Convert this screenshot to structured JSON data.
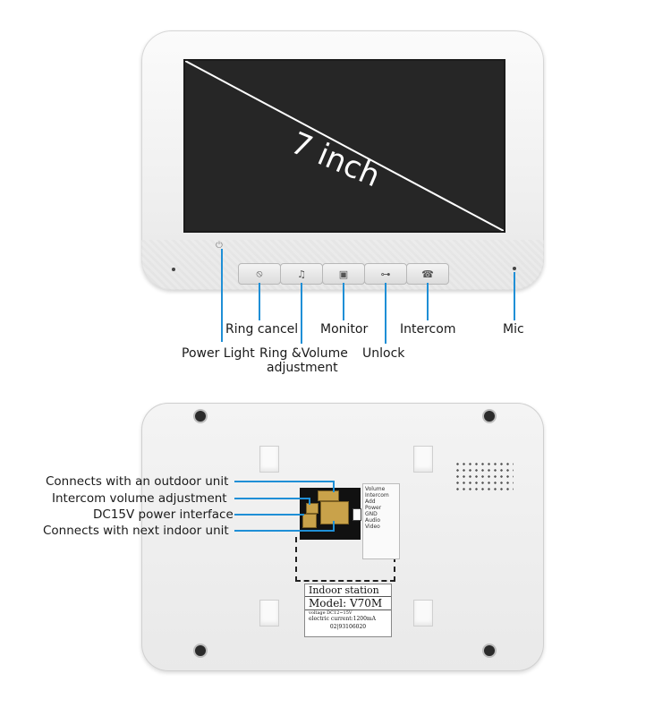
{
  "front_panel": {
    "screen_text": "7 inch",
    "buttons": [
      {
        "icon": "ring-cancel-icon",
        "glyph": "⦸"
      },
      {
        "icon": "music-note-icon",
        "glyph": "♫"
      },
      {
        "icon": "monitor-icon",
        "glyph": "▣"
      },
      {
        "icon": "key-icon",
        "glyph": "⊶"
      },
      {
        "icon": "phone-icon",
        "glyph": "☎"
      }
    ],
    "power_light_glyph": "⏻",
    "labels": {
      "ring_cancel": "Ring cancel",
      "monitor": "Monitor",
      "intercom": "Intercom",
      "mic": "Mic",
      "power_light": "Power Light",
      "ring_volume_line1": "Ring &Volume",
      "ring_volume_line2": "adjustment",
      "unlock": "Unlock"
    }
  },
  "back_panel": {
    "annotations": {
      "outdoor_unit": "Connects with an outdoor unit",
      "intercom_volume": "Intercom volume adjustment",
      "power_interface": "DC15V power interface",
      "next_indoor": "Connects with next indoor unit"
    },
    "model_label": {
      "line1": "Indoor station",
      "line2": "Model: V70M",
      "line3": "voltage DC12~15V",
      "line4": "electric current:1200mA",
      "serial": "02|93106020"
    },
    "sticker_lines": [
      "Volume",
      "Intercom",
      "Add",
      "Power",
      "GND",
      "Audio",
      "Video"
    ]
  },
  "colors": {
    "accent_line": "#1f8fd6",
    "screen": "#262626"
  }
}
